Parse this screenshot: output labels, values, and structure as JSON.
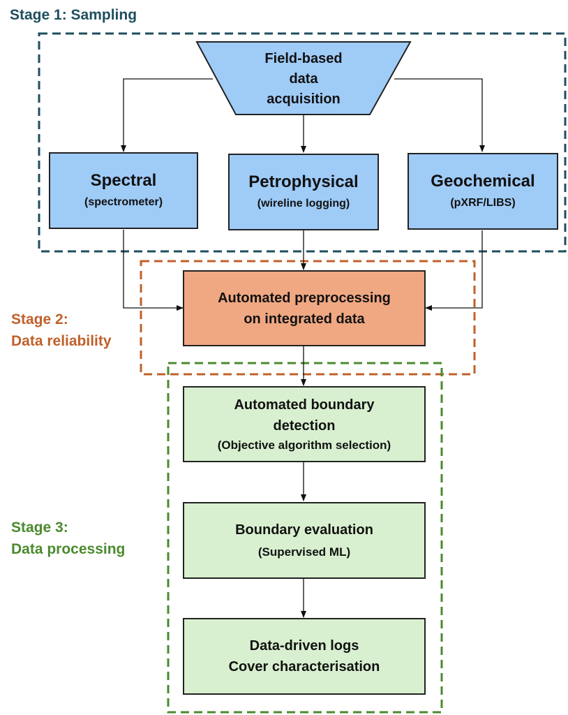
{
  "colors": {
    "stage1": "#1f4e5f",
    "stage2": "#c0602a",
    "stage3": "#4a8a2e",
    "blue_box": "#9fcbf7",
    "orange_box": "#f0a882",
    "green_box": "#d8f0d0"
  },
  "stages": {
    "stage1": "Stage 1: Sampling",
    "stage2_line1": "Stage 2:",
    "stage2_line2": "Data reliability",
    "stage3_line1": "Stage 3:",
    "stage3_line2": "Data processing"
  },
  "nodes": {
    "acquisition": {
      "line1": "Field-based",
      "line2": "data",
      "line3": "acquisition"
    },
    "spectral": {
      "title": "Spectral",
      "sub": "(spectrometer)"
    },
    "petrophysical": {
      "title": "Petrophysical",
      "sub": "(wireline logging)"
    },
    "geochemical": {
      "title": "Geochemical",
      "sub": "(pXRF/LIBS)"
    },
    "preprocessing": {
      "line1": "Automated preprocessing",
      "line2": "on integrated data"
    },
    "boundary_detection": {
      "line1": "Automated boundary",
      "line2": "detection",
      "sub": "(Objective algorithm selection)"
    },
    "boundary_evaluation": {
      "line1": "Boundary evaluation",
      "sub": "(Supervised ML)"
    },
    "logs": {
      "line1": "Data-driven logs",
      "line2": "Cover characterisation"
    }
  }
}
